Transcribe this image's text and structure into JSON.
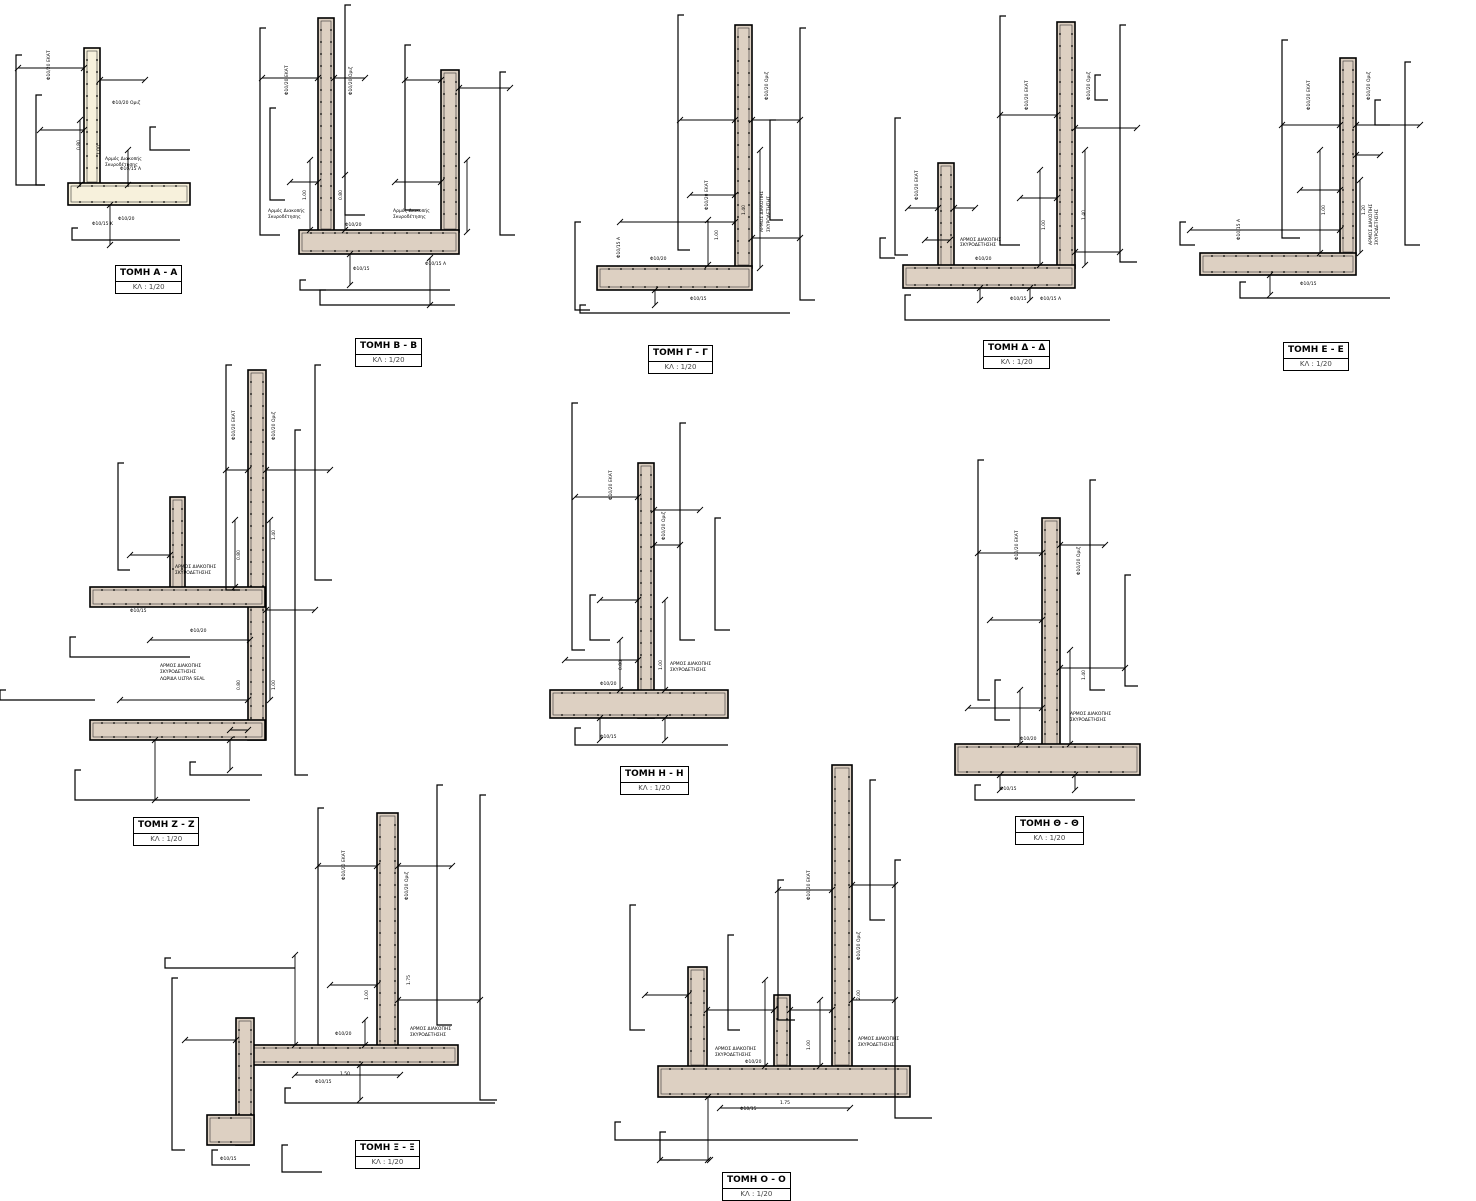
{
  "sections": [
    {
      "prefix": "ΤΟΜΗ",
      "label": "Α - Α",
      "scale": "ΚΛ : 1/20"
    },
    {
      "prefix": "ΤΟΜΗ",
      "label": "Β - Β",
      "scale": "ΚΛ : 1/20"
    },
    {
      "prefix": "ΤΟΜΗ",
      "label": "Γ - Γ",
      "scale": "ΚΛ : 1/20"
    },
    {
      "prefix": "ΤΟΜΗ",
      "label": "Δ - Δ",
      "scale": "ΚΛ : 1/20"
    },
    {
      "prefix": "ΤΟΜΗ",
      "label": "Ε - Ε",
      "scale": "ΚΛ : 1/20"
    },
    {
      "prefix": "ΤΟΜΗ",
      "label": "Ζ - Ζ",
      "scale": "ΚΛ : 1/20"
    },
    {
      "prefix": "ΤΟΜΗ",
      "label": "Η - Η",
      "scale": "ΚΛ : 1/20"
    },
    {
      "prefix": "ΤΟΜΗ",
      "label": "Θ - Θ",
      "scale": "ΚΛ : 1/20"
    },
    {
      "prefix": "ΤΟΜΗ",
      "label": "Ξ - Ξ",
      "scale": "ΚΛ : 1/20"
    },
    {
      "prefix": "ΤΟΜΗ",
      "label": "Ο - Ο",
      "scale": "ΚΛ : 1/20"
    }
  ],
  "labels": {
    "rebar_vert": "Φ10/20 ΕΚΑΤ",
    "rebar_horiz": "Φ10/20 Οριζ",
    "rebar_a": "Φ10/15 Α",
    "rebar_k": "Φ10/15 Κ",
    "rebar_20": "Φ10/20",
    "rebar_15": "Φ10/15",
    "joint_lower_1": "Αρμός Διακοπής",
    "joint_lower_2": "Σκυροδέτησης",
    "joint_upper_1": "ΑΡΜΟΣ ΔΙΑΚΟΠΗΣ",
    "joint_upper_2": "ΣΚΥΡΟΔΕΤΗΣΗΣ",
    "ultra_seal": "ΛΩΡΙΔΑ ULTRA SEAL",
    "d080": "0.80",
    "d100": "1.00",
    "d120": "1.20",
    "d140": "1.40",
    "d150": "1.50",
    "d175": "1.75",
    "d200": "2.00"
  }
}
